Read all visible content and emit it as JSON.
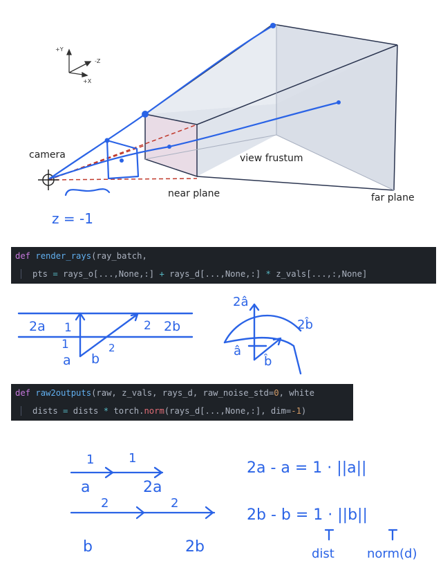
{
  "frustum": {
    "axes": {
      "y": "+Y",
      "z": "-Z",
      "x": "+X"
    },
    "camera_label": "camera",
    "view_frustum_label": "view frustum",
    "near_plane_label": "near plane",
    "far_plane_label": "far plane"
  },
  "annotations": {
    "z_eq": "z = -1",
    "two_a_hat": "2â",
    "two_b_hat": "2b̂",
    "a_hat": "â",
    "b_hat": "b̂",
    "rays_left": {
      "two_a": "2a",
      "one_top": "1",
      "two_small": "2",
      "two_b": "2b",
      "one_bottom": "1",
      "a": "a",
      "b": "b",
      "two_mid": "2"
    },
    "bottom_left": {
      "one_1": "1",
      "one_2": "1",
      "a": "a",
      "two_a": "2a",
      "two_1": "2",
      "two_2": "2",
      "b": "b",
      "two_b": "2b"
    },
    "equations": {
      "eq1": "2a - a =  1 · ||a||",
      "eq2": "2b - b =  1 · ||b||",
      "dist": "dist",
      "norm": "norm(d)"
    }
  },
  "code1": {
    "line1": {
      "kw": "def",
      "fn": "render_rays",
      "rest": "(ray_batch,"
    },
    "line2": {
      "pts": "pts",
      "eq": " = ",
      "a": "rays_o[...,None,:]",
      "plus": " + ",
      "b": "rays_d[...,None,:]",
      "mul": " * ",
      "c": "z_vals[...,:,None]"
    }
  },
  "code2": {
    "line1": {
      "kw": "def",
      "fn": "raw2outputs",
      "args": "(raw, z_vals, rays_d, raw_noise_std=",
      "zero": "0",
      "rest": ", white"
    },
    "line2": {
      "dists": "dists",
      "eq": " = ",
      "dists2": "dists",
      "mul": " * ",
      "torch": "torch.",
      "norm": "norm",
      "args": "(rays_d[...,None,:], dim=",
      "neg1": "-1",
      "close": ")"
    }
  }
}
